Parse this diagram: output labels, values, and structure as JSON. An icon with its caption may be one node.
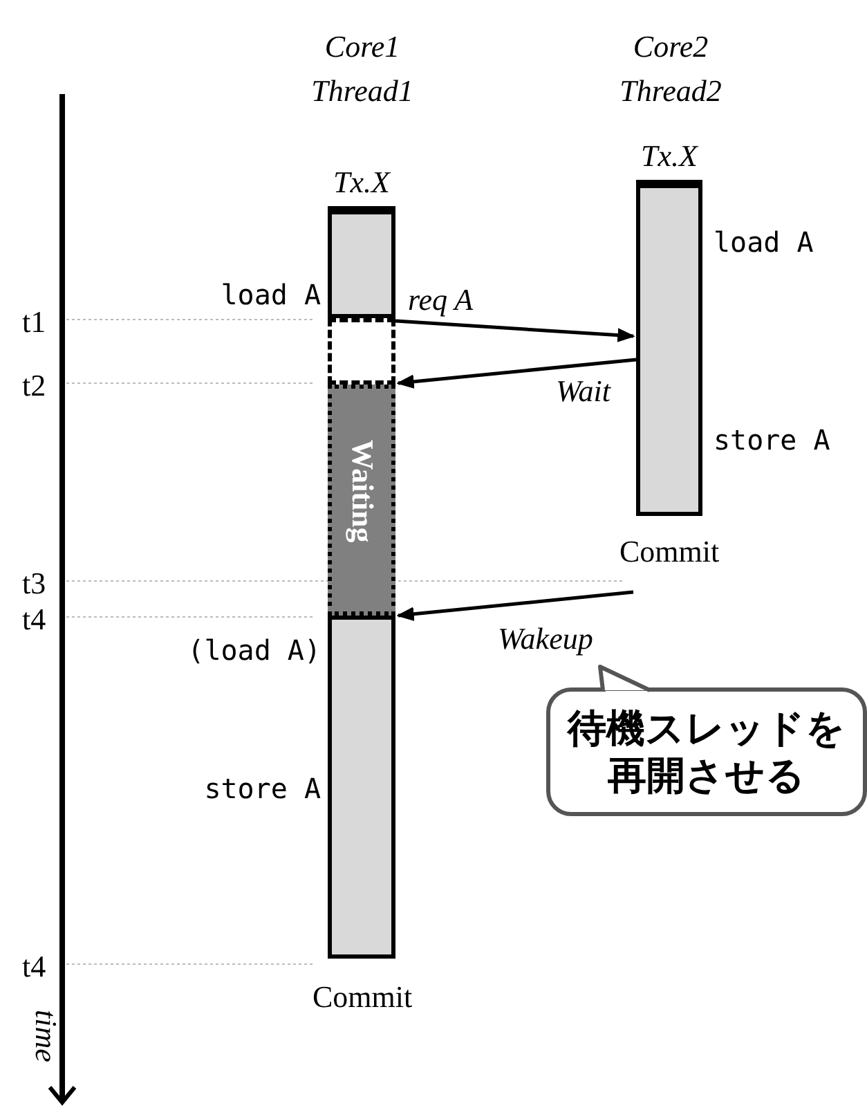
{
  "diagram": {
    "nodes": [
      {
        "text": [
          "Tx.X"
        ],
        "beside": [
          "load A"
        ]
      },
      {
        "text": [],
        "shape": "box"
      },
      {
        "text": [
          "Waiting"
        ]
      },
      {
        "text": [],
        "shape": "box",
        "beside": [
          "(load A)",
          "store A",
          "Commit"
        ]
      },
      {
        "text": [
          "Tx.X"
        ],
        "beside": [
          "load A",
          "store A",
          "Commit"
        ]
      },
      {
        "text": [
          "待機スレッドを再開させる"
        ]
      }
    ],
    "edges": [
      {
        "from": 0,
        "to": 4,
        "arrow": "to",
        "label": "req A"
      },
      {
        "from": 4,
        "to": 2,
        "arrow": "to",
        "label": "Wait"
      },
      {
        "from": null,
        "to": 3,
        "arrow": "to",
        "label": "Wakeup"
      }
    ],
    "labels": [
      "Core1 Thread1",
      "Core2 Thread2",
      "t1",
      "t2",
      "t3",
      "t4",
      "t4",
      "time"
    ]
  }
}
